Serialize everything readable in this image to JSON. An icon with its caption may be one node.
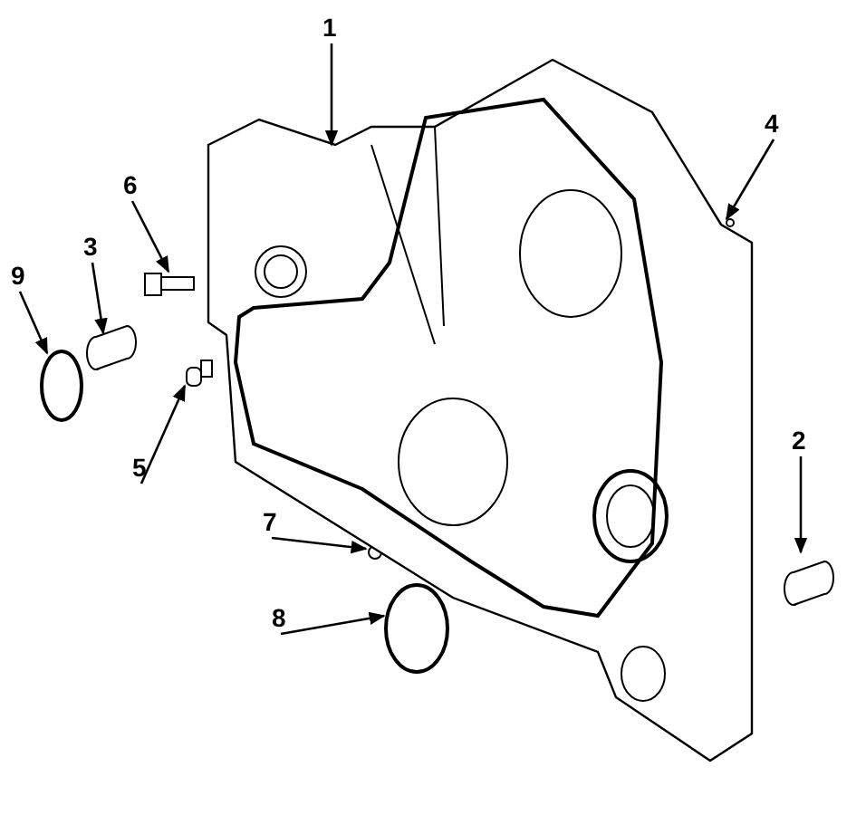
{
  "diagram": {
    "nodes": [
      {
        "text": [
          "1"
        ]
      },
      {
        "text": [
          "4"
        ]
      },
      {
        "text": [
          "6"
        ]
      },
      {
        "text": [
          "3"
        ]
      },
      {
        "text": [
          "9"
        ]
      },
      {
        "text": [
          "2"
        ]
      },
      {
        "text": [
          "5"
        ]
      },
      {
        "text": [
          "7"
        ]
      },
      {
        "text": [
          "8"
        ]
      },
      {
        "text": [],
        "shape": "picture"
      },
      {
        "text": [],
        "shape": "circle"
      },
      {
        "text": [],
        "shape": "picture"
      },
      {
        "text": [],
        "shape": "picture"
      },
      {
        "text": [],
        "shape": "circle"
      },
      {
        "text": [],
        "shape": "picture"
      },
      {
        "text": [],
        "shape": "picture"
      },
      {
        "text": [],
        "shape": "circle"
      },
      {
        "text": [],
        "shape": "circle"
      }
    ],
    "edges": [
      {
        "from": 0,
        "to": 9,
        "arrow": "to"
      },
      {
        "from": 1,
        "to": 10,
        "arrow": "to"
      },
      {
        "from": 2,
        "to": 11,
        "arrow": "to"
      },
      {
        "from": 3,
        "to": 12,
        "arrow": "to"
      },
      {
        "from": 4,
        "to": 13,
        "arrow": "to"
      },
      {
        "from": 5,
        "to": 14,
        "arrow": "to"
      },
      {
        "from": 6,
        "to": 15,
        "arrow": "to"
      },
      {
        "from": 7,
        "to": 16,
        "arrow": "to"
      },
      {
        "from": 8,
        "to": 17,
        "arrow": "to"
      }
    ]
  }
}
